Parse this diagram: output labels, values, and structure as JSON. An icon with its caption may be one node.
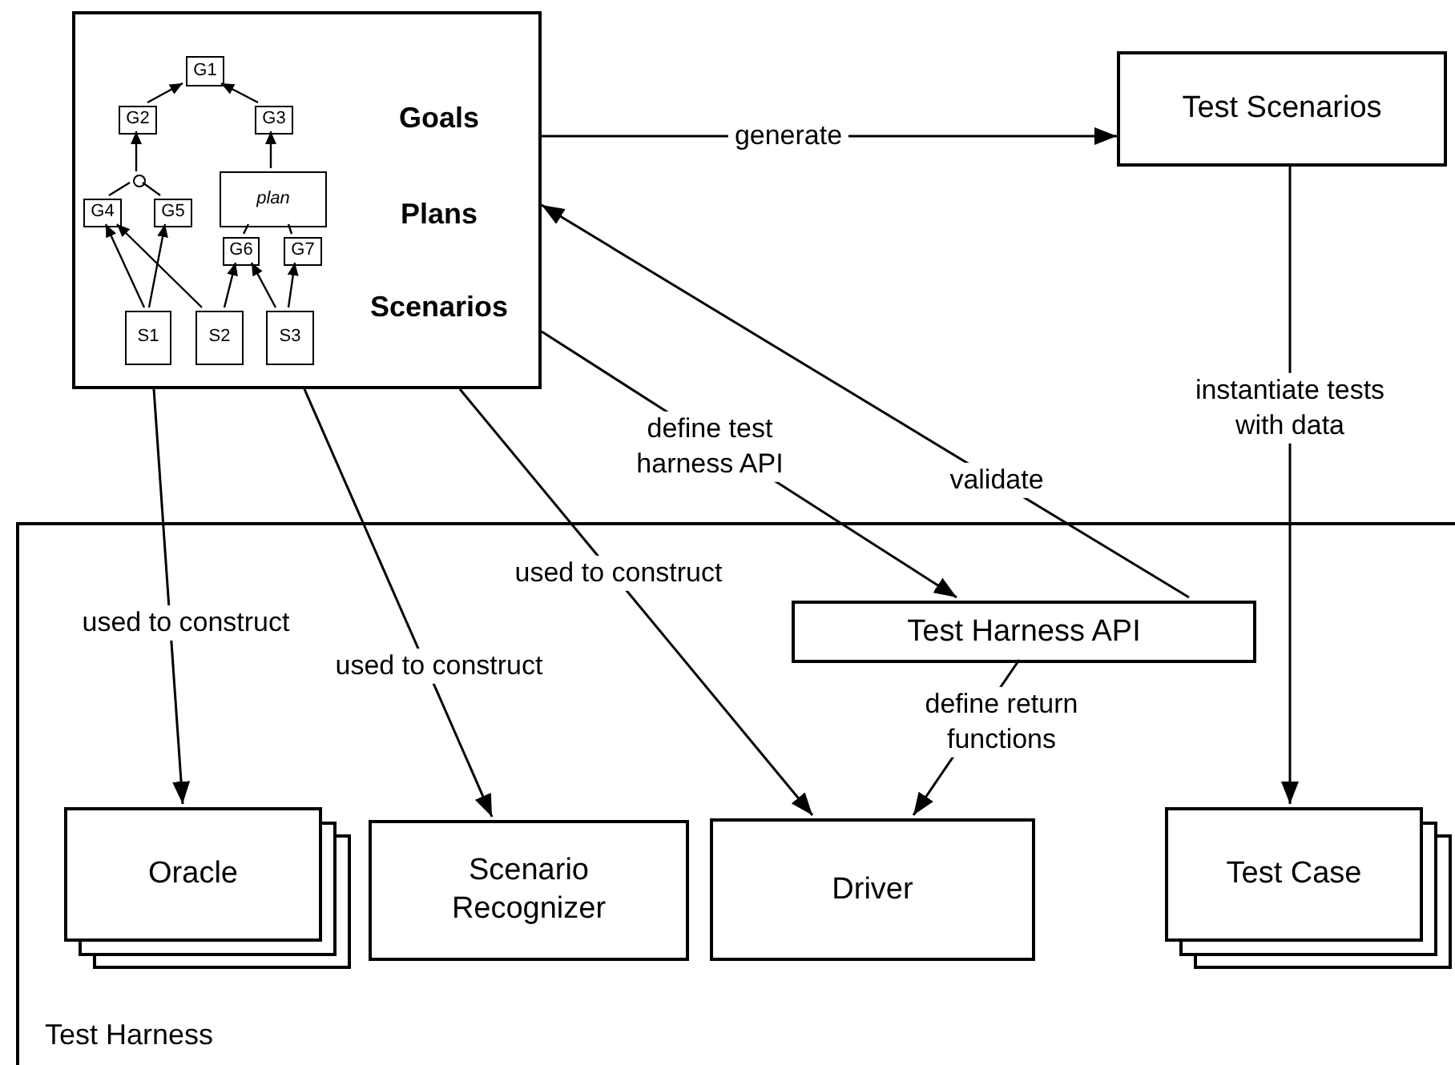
{
  "diagram": {
    "nodes": [
      {
        "text": [
          "Goals",
          "Plans",
          "Scenarios"
        ]
      },
      {
        "text": [
          "G1"
        ],
        "in": 0
      },
      {
        "text": [
          "G2"
        ],
        "in": 0
      },
      {
        "text": [
          "G3"
        ],
        "in": 0
      },
      {
        "text": [
          "G4"
        ],
        "in": 0
      },
      {
        "text": [
          "G5"
        ],
        "in": 0
      },
      {
        "text": [
          "plan"
        ],
        "in": 0
      },
      {
        "text": [
          "G6"
        ],
        "in": 0
      },
      {
        "text": [
          "G7"
        ],
        "in": 0
      },
      {
        "text": [
          "S1"
        ],
        "in": 0
      },
      {
        "text": [
          "S2"
        ],
        "in": 0
      },
      {
        "text": [
          "S3"
        ],
        "in": 0
      },
      {
        "text": [],
        "shape": "circle",
        "in": 0
      },
      {
        "text": [
          "Test Scenarios"
        ]
      },
      {
        "text": [
          "Test Harness"
        ]
      },
      {
        "text": [
          "Test Harness API"
        ],
        "in": 14
      },
      {
        "text": [
          "Oracle"
        ],
        "in": 14
      },
      {
        "text": [
          "Scenario Recognizer"
        ],
        "in": 14
      },
      {
        "text": [
          "Driver"
        ],
        "in": 14
      },
      {
        "text": [
          "Test Case"
        ],
        "in": 14
      }
    ],
    "edges": [
      {
        "from": 2,
        "to": 1,
        "arrow": "to"
      },
      {
        "from": 3,
        "to": 1,
        "arrow": "to"
      },
      {
        "from": 12,
        "to": 2,
        "arrow": "to"
      },
      {
        "from": 4,
        "to": 12,
        "arrow": "none"
      },
      {
        "from": 5,
        "to": 12,
        "arrow": "none"
      },
      {
        "from": 6,
        "to": 3,
        "arrow": "to"
      },
      {
        "from": 6,
        "to": 7,
        "arrow": "none"
      },
      {
        "from": 6,
        "to": 8,
        "arrow": "none"
      },
      {
        "from": 9,
        "to": 4,
        "arrow": "to"
      },
      {
        "from": 9,
        "to": 5,
        "arrow": "to"
      },
      {
        "from": 10,
        "to": 4,
        "arrow": "to"
      },
      {
        "from": 10,
        "to": 7,
        "arrow": "to"
      },
      {
        "from": 11,
        "to": 7,
        "arrow": "to"
      },
      {
        "from": 11,
        "to": 8,
        "arrow": "to"
      },
      {
        "from": 0,
        "to": 13,
        "label": "generate",
        "arrow": "to"
      },
      {
        "from": 15,
        "to": 0,
        "label": "validate",
        "arrow": "to"
      },
      {
        "from": 0,
        "to": 15,
        "label": "define test harness API",
        "arrow": "to"
      },
      {
        "from": 0,
        "to": 16,
        "label": "used to construct",
        "arrow": "to"
      },
      {
        "from": 0,
        "to": 17,
        "label": "used to construct",
        "arrow": "to"
      },
      {
        "from": 0,
        "to": 18,
        "label": "used to construct",
        "arrow": "to"
      },
      {
        "from": 15,
        "to": 18,
        "label": "define return functions",
        "arrow": "to"
      },
      {
        "from": 13,
        "to": 19,
        "label": "instantiate tests with data",
        "arrow": "to"
      }
    ]
  }
}
